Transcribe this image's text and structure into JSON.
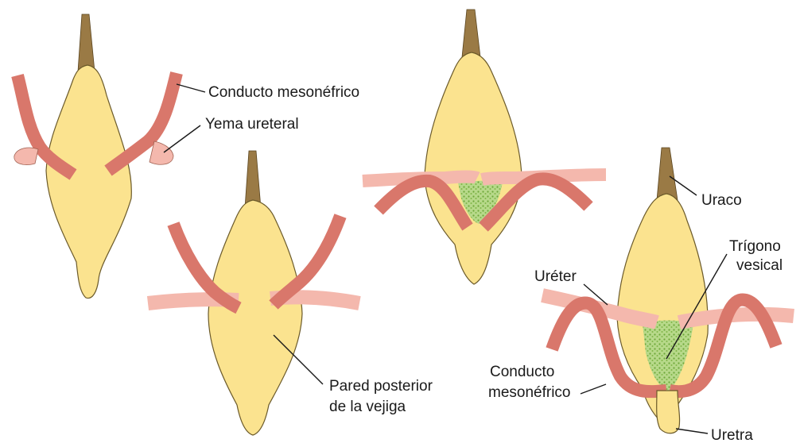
{
  "labels": {
    "conducto_mesonefrico_top": "Conducto mesonéfrico",
    "yema_ureteral": "Yema ureteral",
    "pared_line1": "Pared posterior",
    "pared_line2": "de la vejiga",
    "uraco": "Uraco",
    "trigono_line1": "Trígono",
    "trigono_line2": "vesical",
    "ureter": "Uréter",
    "conducto_bottom_line1": "Conducto",
    "conducto_bottom_line2": "mesonéfrico",
    "uretra": "Uretra"
  },
  "colors": {
    "bladder": "#fbe38f",
    "bladder_outline": "#6b5a2a",
    "mesonephric_duct": "#d9776b",
    "ureter": "#f4b8ad",
    "trigone": "#8fc25a",
    "urachus": "#8a6a3a"
  }
}
